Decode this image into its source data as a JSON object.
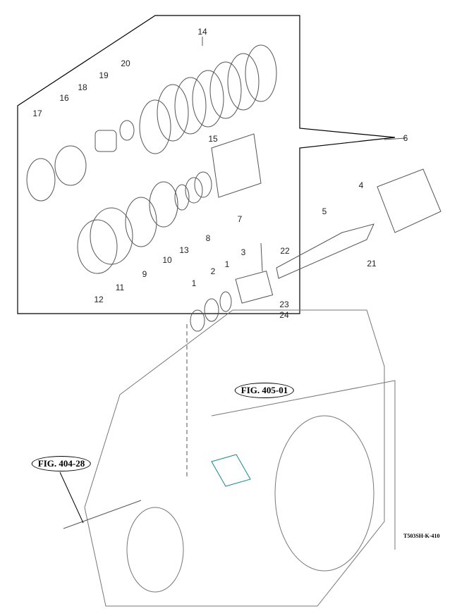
{
  "diagram": {
    "callouts": [
      "14",
      "20",
      "19",
      "18",
      "16",
      "17",
      "15",
      "6",
      "7",
      "8",
      "13",
      "10",
      "9",
      "11",
      "12",
      "5",
      "4",
      "21",
      "22",
      "3",
      "1",
      "2",
      "1",
      "23",
      "24"
    ],
    "figure_refs": [
      "FIG. 405-01",
      "FIG. 404-28"
    ],
    "drawing_code": "T503SH-K-410",
    "colors": {
      "line": "#555555",
      "accent": "#1a8a8a"
    }
  }
}
